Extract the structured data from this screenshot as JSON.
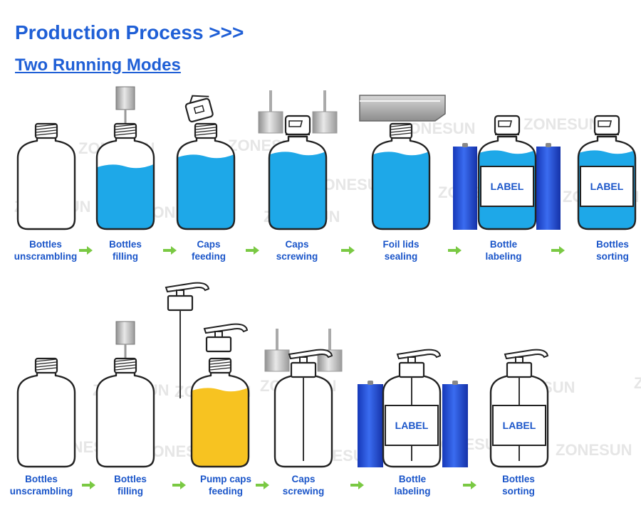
{
  "title": "Production Process >>>",
  "subtitle": "Two Running Modes",
  "watermark": "ZONESUN",
  "label_text": "LABEL",
  "colors": {
    "heading": "#1f5fd6",
    "step_text": "#1a55c9",
    "arrow": "#7ac943",
    "water": "#1ea8e8",
    "oil": "#f7c321",
    "roller": "#1f4fd8"
  },
  "modes": [
    {
      "steps": [
        {
          "line1": "Bottles",
          "line2": "unscrambling"
        },
        {
          "line1": "Bottles",
          "line2": "filling"
        },
        {
          "line1": "Caps",
          "line2": "feeding"
        },
        {
          "line1": "Caps",
          "line2": "screwing"
        },
        {
          "line1": "Foil lids",
          "line2": "sealing"
        },
        {
          "line1": "Bottle",
          "line2": "labeling"
        },
        {
          "line1": "Bottles",
          "line2": "sorting"
        }
      ]
    },
    {
      "steps": [
        {
          "line1": "Bottles",
          "line2": "unscrambling"
        },
        {
          "line1": "Bottles",
          "line2": "filling"
        },
        {
          "line1": "Pump caps",
          "line2": "feeding"
        },
        {
          "line1": "Caps",
          "line2": "screwing"
        },
        {
          "line1": "Bottle",
          "line2": "labeling"
        },
        {
          "line1": "Bottles",
          "line2": "sorting"
        }
      ]
    }
  ]
}
